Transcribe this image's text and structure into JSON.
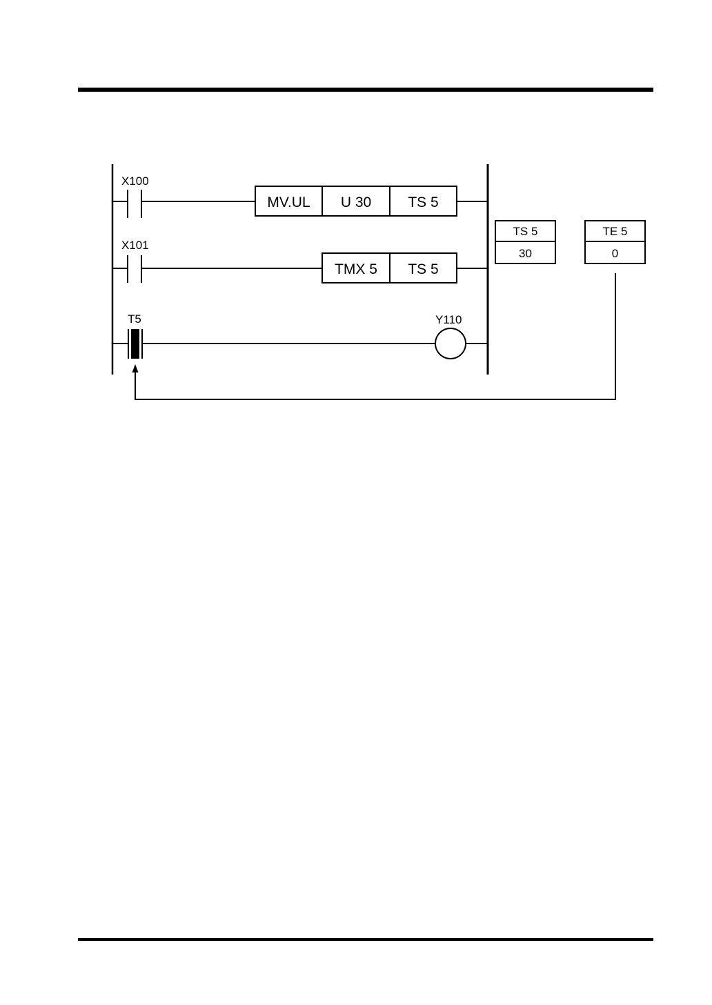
{
  "diagram": {
    "type": "ladder-diagram",
    "contacts": [
      {
        "label": "X100"
      },
      {
        "label": "X101"
      },
      {
        "label": "T5"
      }
    ],
    "coil": {
      "label": "Y110"
    },
    "instructions": [
      {
        "cells": [
          "MV.UL",
          "U 30",
          "TS 5"
        ]
      },
      {
        "cells": [
          "TMX 5",
          "TS 5"
        ]
      }
    ],
    "registers": [
      {
        "name": "TS 5",
        "value": "30"
      },
      {
        "name": "TE 5",
        "value": "0"
      }
    ]
  }
}
